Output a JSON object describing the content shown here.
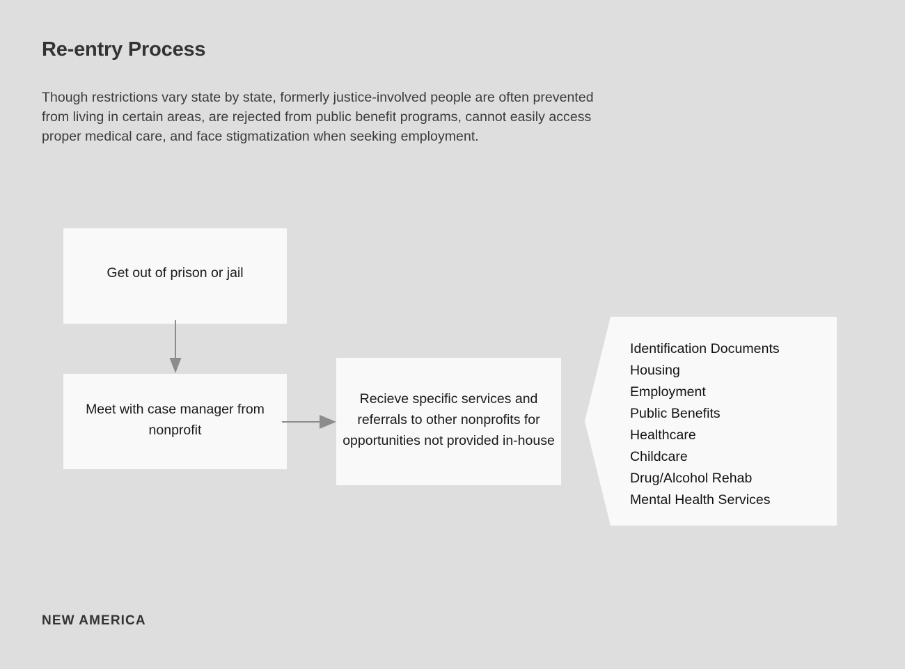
{
  "page": {
    "background_color": "#dedede",
    "box_color": "#f9f9f9",
    "text_color": "#1a1a1a",
    "arrow_color": "#8c8c8c"
  },
  "header": {
    "title": "Re-entry Process",
    "subtitle": "Though restrictions vary state by state, formerly justice-involved people are often prevented from living in certain areas, are rejected from public benefit programs, cannot easily access proper medical care, and face stigmatization when seeking employment."
  },
  "flow": {
    "steps": [
      {
        "id": "release",
        "label": "Get out of prison or jail"
      },
      {
        "id": "case-manager",
        "label": "Meet with case manager from nonprofit"
      },
      {
        "id": "services",
        "label": "Recieve specific services and referrals to other nonprofits for opportunities not provided in-house"
      }
    ],
    "connectors": [
      {
        "id": "release-to-case",
        "direction": "down"
      },
      {
        "id": "case-to-services",
        "direction": "right"
      }
    ]
  },
  "services_panel": {
    "shape": "chevron-right-pointer-left",
    "items": [
      "Identification Documents",
      "Housing",
      "Employment",
      "Public Benefits",
      "Healthcare",
      "Childcare",
      "Drug/Alcohol Rehab",
      "Mental Health Services"
    ]
  },
  "footer": {
    "logo": "NEW AMERICA"
  }
}
